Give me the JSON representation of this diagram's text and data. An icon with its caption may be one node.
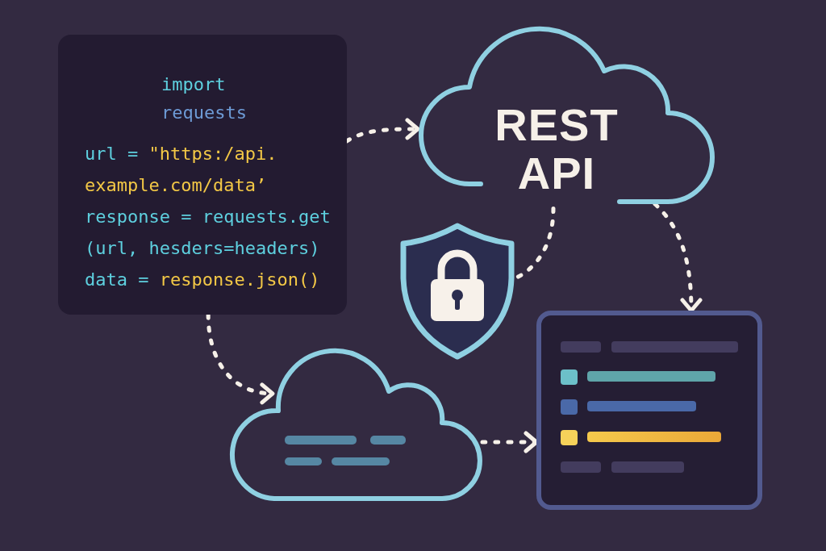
{
  "diagram": {
    "nodes": [
      {
        "text": [
          "import requests",
          "url = \"https:/api. example.com/data’",
          "response = requests.get (url, hesders=headers)",
          "data = response.json()"
        ]
      },
      {
        "text": [
          "REST API"
        ]
      },
      {
        "text": [],
        "shape": "shield"
      },
      {
        "text": [],
        "shape": "cloud"
      },
      {
        "text": [],
        "shape": "box"
      }
    ],
    "edges": [
      {
        "from": 0,
        "to": 1,
        "arrow": "to",
        "style": "dashed"
      },
      {
        "from": 0,
        "to": 3,
        "arrow": "to",
        "style": "dashed"
      },
      {
        "from": 1,
        "to": 2,
        "arrow": "none",
        "style": "dashed"
      },
      {
        "from": 1,
        "to": 4,
        "arrow": "to",
        "style": "dashed"
      },
      {
        "from": 3,
        "to": 4,
        "arrow": "to",
        "style": "dashed"
      }
    ]
  }
}
